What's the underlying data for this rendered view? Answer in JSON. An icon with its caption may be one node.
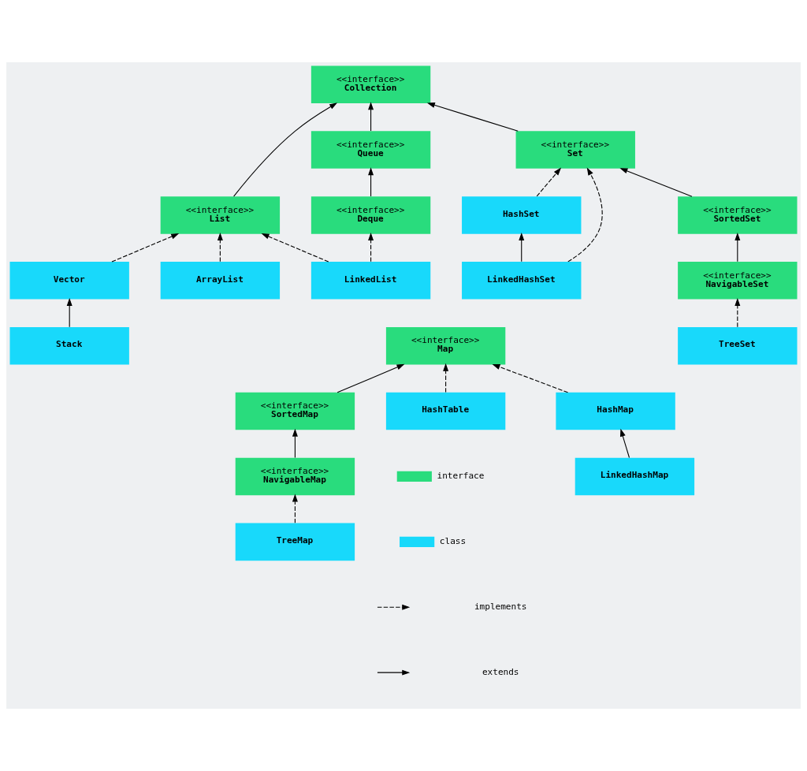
{
  "diagram": {
    "nodes": [
      {
        "text": [
          "<<interface>>",
          "Collection"
        ]
      },
      {
        "text": [
          "<<interface>>",
          "Set"
        ]
      },
      {
        "text": [
          "<<interface>>",
          "Queue"
        ]
      },
      {
        "text": [
          "<<interface>>",
          "List"
        ]
      },
      {
        "text": [
          "HashSet"
        ]
      },
      {
        "text": [
          "<<interface>>",
          "SortedSet"
        ]
      },
      {
        "text": [
          "<<interface>>",
          "Deque"
        ]
      },
      {
        "text": [
          "Vector"
        ]
      },
      {
        "text": [
          "ArrayList"
        ]
      },
      {
        "text": [
          "<<interface>>",
          "NavigableSet"
        ]
      },
      {
        "text": [
          "Stack"
        ]
      },
      {
        "text": [
          "LinkedHashSet"
        ]
      },
      {
        "text": [
          "TreeSet"
        ]
      },
      {
        "text": [
          "LinkedList"
        ]
      },
      {
        "text": [
          "<<interface>>",
          "Map"
        ]
      },
      {
        "text": [
          "<<interface>>",
          "SortedMap"
        ]
      },
      {
        "text": [
          "HashTable"
        ]
      },
      {
        "text": [
          "HashMap"
        ]
      },
      {
        "text": [
          "<<interface>>",
          "NavigableMap"
        ]
      },
      {
        "text": [
          "LinkedHashMap"
        ]
      },
      {
        "text": [
          "TreeMap"
        ]
      }
    ],
    "edges": [
      {
        "from": 1,
        "to": 0,
        "arrow": "to"
      },
      {
        "from": 2,
        "to": 0,
        "arrow": "to"
      },
      {
        "from": 3,
        "to": 0,
        "arrow": "to"
      },
      {
        "from": 4,
        "to": 1,
        "arrow": "to",
        "style": "dashed"
      },
      {
        "from": 11,
        "to": 1,
        "arrow": "to",
        "style": "dashed"
      },
      {
        "from": 5,
        "to": 1,
        "arrow": "to"
      },
      {
        "from": 6,
        "to": 2,
        "arrow": "to"
      },
      {
        "from": 7,
        "to": 3,
        "arrow": "to",
        "style": "dashed"
      },
      {
        "from": 8,
        "to": 3,
        "arrow": "to",
        "style": "dashed"
      },
      {
        "from": 13,
        "to": 3,
        "arrow": "to",
        "style": "dashed"
      },
      {
        "from": 11,
        "to": 4,
        "arrow": "to"
      },
      {
        "from": 9,
        "to": 5,
        "arrow": "to"
      },
      {
        "from": 13,
        "to": 6,
        "arrow": "to",
        "style": "dashed"
      },
      {
        "from": 10,
        "to": 7,
        "arrow": "to"
      },
      {
        "from": 12,
        "to": 9,
        "arrow": "to",
        "style": "dashed"
      },
      {
        "from": 16,
        "to": 14,
        "arrow": "to",
        "style": "dashed"
      },
      {
        "from": 17,
        "to": 14,
        "arrow": "to",
        "style": "dashed"
      },
      {
        "from": 15,
        "to": 14,
        "arrow": "to"
      },
      {
        "from": 19,
        "to": 17,
        "arrow": "to"
      },
      {
        "from": 18,
        "to": 15,
        "arrow": "to"
      },
      {
        "from": 20,
        "to": 18,
        "arrow": "to",
        "style": "dashed"
      }
    ],
    "legend": [
      {
        "text": "interface",
        "color": "#29dc7d"
      },
      {
        "text": "class",
        "color": "#18d9fb"
      },
      {
        "text": "implements"
      },
      {
        "text": "extends"
      }
    ]
  }
}
